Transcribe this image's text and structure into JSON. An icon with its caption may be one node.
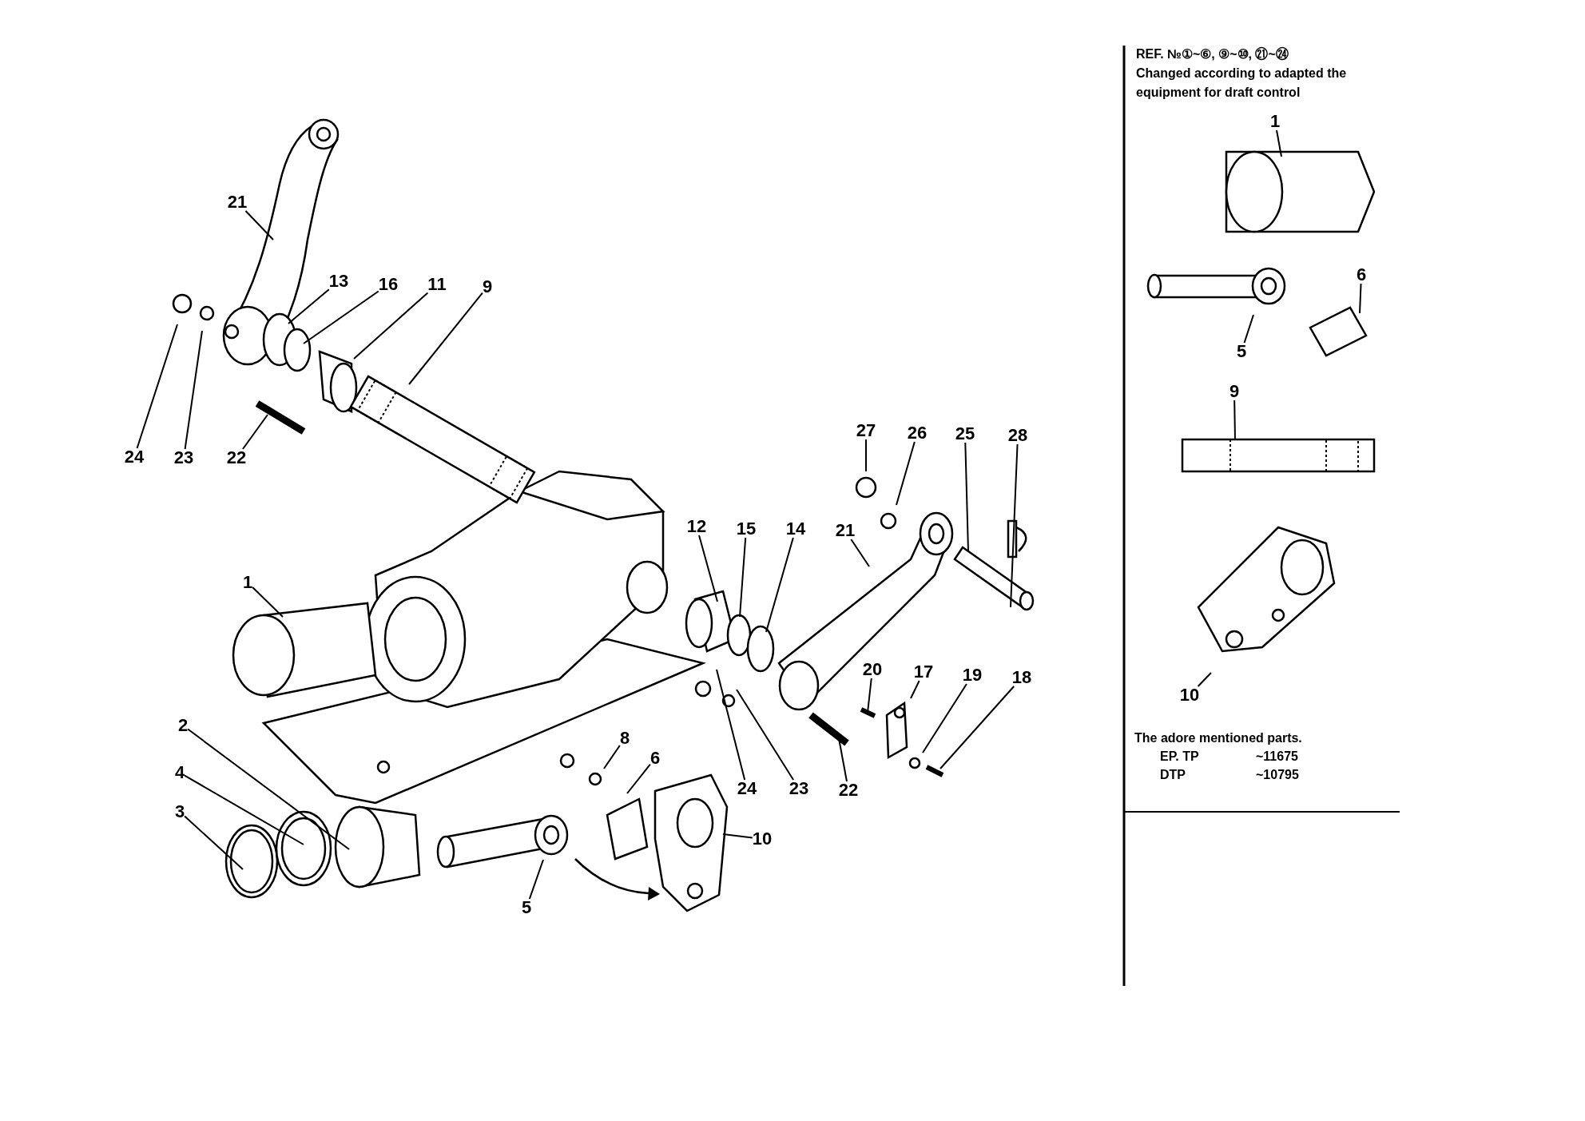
{
  "diagram": {
    "nodes": [
      {
        "text": [
          "21"
        ]
      },
      {
        "text": [
          "13"
        ]
      },
      {
        "text": [
          "16"
        ]
      },
      {
        "text": [
          "11"
        ]
      },
      {
        "text": [
          "9"
        ]
      },
      {
        "text": [
          "24"
        ]
      },
      {
        "text": [
          "23"
        ]
      },
      {
        "text": [
          "22"
        ]
      },
      {
        "text": [
          "27"
        ]
      },
      {
        "text": [
          "26"
        ]
      },
      {
        "text": [
          "25"
        ]
      },
      {
        "text": [
          "28"
        ]
      },
      {
        "text": [
          "12"
        ]
      },
      {
        "text": [
          "15"
        ]
      },
      {
        "text": [
          "14"
        ]
      },
      {
        "text": [
          "21"
        ]
      },
      {
        "text": [
          "1"
        ]
      },
      {
        "text": [
          "20"
        ]
      },
      {
        "text": [
          "17"
        ]
      },
      {
        "text": [
          "19"
        ]
      },
      {
        "text": [
          "18"
        ]
      },
      {
        "text": [
          "2"
        ]
      },
      {
        "text": [
          "8"
        ]
      },
      {
        "text": [
          "6"
        ]
      },
      {
        "text": [
          "4"
        ]
      },
      {
        "text": [
          "24"
        ]
      },
      {
        "text": [
          "23"
        ]
      },
      {
        "text": [
          "22"
        ]
      },
      {
        "text": [
          "3"
        ]
      },
      {
        "text": [
          "10"
        ]
      },
      {
        "text": [
          "5"
        ]
      },
      {
        "text": [
          "1"
        ]
      },
      {
        "text": [
          "6"
        ]
      },
      {
        "text": [
          "5"
        ]
      },
      {
        "text": [
          "9"
        ]
      },
      {
        "text": [
          "10"
        ]
      }
    ],
    "edges": [
      {
        "from": 0,
        "to": null,
        "arrow": "none"
      },
      {
        "from": 1,
        "to": null,
        "arrow": "none"
      },
      {
        "from": 2,
        "to": null,
        "arrow": "none"
      },
      {
        "from": 3,
        "to": null,
        "arrow": "none"
      },
      {
        "from": 4,
        "to": null,
        "arrow": "none"
      },
      {
        "from": 5,
        "to": null,
        "arrow": "none"
      },
      {
        "from": 6,
        "to": null,
        "arrow": "none"
      },
      {
        "from": 7,
        "to": null,
        "arrow": "none"
      },
      {
        "from": 8,
        "to": null,
        "arrow": "none"
      },
      {
        "from": 9,
        "to": null,
        "arrow": "none"
      },
      {
        "from": 10,
        "to": null,
        "arrow": "none"
      },
      {
        "from": 11,
        "to": null,
        "arrow": "none"
      },
      {
        "from": 12,
        "to": null,
        "arrow": "none"
      },
      {
        "from": 13,
        "to": null,
        "arrow": "none"
      },
      {
        "from": 14,
        "to": null,
        "arrow": "none"
      },
      {
        "from": 15,
        "to": null,
        "arrow": "none"
      },
      {
        "from": 16,
        "to": null,
        "arrow": "none"
      },
      {
        "from": 17,
        "to": null,
        "arrow": "none"
      },
      {
        "from": 18,
        "to": null,
        "arrow": "none"
      },
      {
        "from": 19,
        "to": null,
        "arrow": "none"
      },
      {
        "from": 20,
        "to": null,
        "arrow": "none"
      },
      {
        "from": 21,
        "to": null,
        "arrow": "none"
      },
      {
        "from": 22,
        "to": null,
        "arrow": "none"
      },
      {
        "from": 23,
        "to": null,
        "arrow": "none"
      },
      {
        "from": 24,
        "to": null,
        "arrow": "none"
      },
      {
        "from": 25,
        "to": null,
        "arrow": "none"
      },
      {
        "from": 26,
        "to": null,
        "arrow": "none"
      },
      {
        "from": 27,
        "to": null,
        "arrow": "none"
      },
      {
        "from": 28,
        "to": null,
        "arrow": "none"
      },
      {
        "from": 29,
        "to": null,
        "arrow": "none"
      },
      {
        "from": 30,
        "to": null,
        "arrow": "none"
      },
      {
        "from": 31,
        "to": null,
        "arrow": "none"
      },
      {
        "from": 32,
        "to": null,
        "arrow": "none"
      },
      {
        "from": 33,
        "to": null,
        "arrow": "none"
      },
      {
        "from": 34,
        "to": null,
        "arrow": "none"
      },
      {
        "from": 35,
        "to": null,
        "arrow": "none"
      }
    ],
    "labels": [
      "REF. №①~⑥, ⑨~⑩, ㉑~㉔",
      "Changed according to adapted the equipment for draft control",
      "The adore mentioned parts.",
      "EP. TP",
      "~11675",
      "DTP",
      "~10795"
    ]
  }
}
